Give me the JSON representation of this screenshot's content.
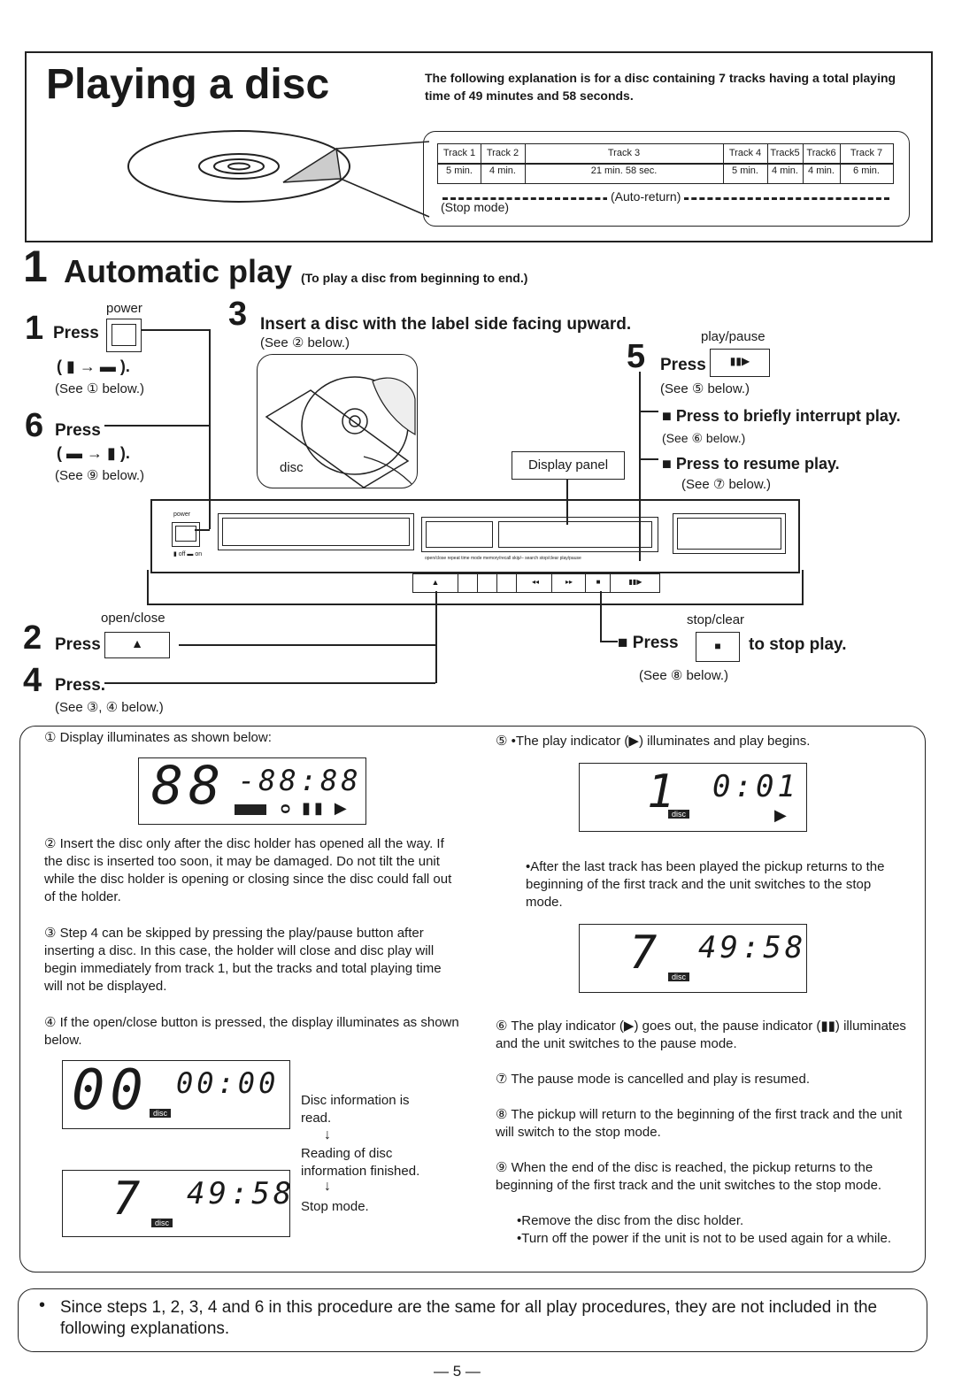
{
  "header": {
    "title": "Playing a disc",
    "intro": "The following explanation is for a disc containing 7 tracks having a total playing time of 49 minutes and 58 seconds."
  },
  "tracks": {
    "names": [
      "Track 1",
      "Track 2",
      "Track 3",
      "Track 4",
      "Track5",
      "Track6",
      "Track 7"
    ],
    "times": [
      "5 min.",
      "4 min.",
      "21 min. 58 sec.",
      "5 min.",
      "4 min.",
      "4 min.",
      "6 min."
    ],
    "auto_return": "(Auto-return)",
    "stop_mode": "(Stop mode)"
  },
  "section": {
    "number": "1",
    "title": "Automatic play",
    "subtitle": "(To play a disc from beginning to end.)"
  },
  "steps": {
    "s1": {
      "num": "1",
      "label": "power",
      "press": "Press",
      "symbol": "( ▮ → ▬ ).",
      "see": "(See ① below.)"
    },
    "s6": {
      "num": "6",
      "press": "Press",
      "symbol": "( ▬ → ▮ ).",
      "see": "(See ⑨ below.)"
    },
    "s3": {
      "num": "3",
      "text": "Insert a disc with the label side facing upward.",
      "see": "(See ② below.)",
      "disc": "disc"
    },
    "s5": {
      "num": "5",
      "label": "play/pause",
      "press": "Press",
      "key": "▮▮▶",
      "see": "(See ⑤ below.)",
      "interrupt": "Press to briefly interrupt play.",
      "interrupt_see": "(See ⑥ below.)",
      "resume": "Press to resume play.",
      "resume_see": "(See ⑦ below.)"
    },
    "display_panel": "Display panel",
    "s2": {
      "num": "2",
      "label": "open/close",
      "press": "Press",
      "key": "▲"
    },
    "s4": {
      "num": "4",
      "press": "Press.",
      "see": "(See ③, ④ below.)"
    },
    "stop": {
      "label": "stop/clear",
      "press": "Press",
      "key": "■",
      "after": "to stop play.",
      "see": "(See ⑧ below.)"
    }
  },
  "device": {
    "power_label": "power",
    "power_sub": "▮ off ▬ on",
    "button_labels": "open/close   repeat  time mode  memory/recall   skip/– search   stop/clear   play/pause"
  },
  "notes": {
    "n1": "① Display illuminates as shown below:",
    "n2": "② Insert the disc only after the disc holder has opened all the way. If the disc is inserted too soon, it may be damaged. Do not tilt the unit while the disc holder is opening or closing since the disc could fall out of the holder.",
    "n3": "③ Step 4 can be skipped by pressing the play/pause button after inserting a disc. In this case, the holder will close and disc play will begin immediately from track 1, but the tracks and total playing time will not be displayed.",
    "n4": "④ If the open/close button is pressed, the display illuminates as shown below.",
    "flow1": "Disc information is read.",
    "flow2": "Reading of disc information finished.",
    "flow3": "Stop mode.",
    "n5": "⑤ •The play indicator (▶) illuminates and play begins.",
    "n5b": "•After the last track has been played the pickup returns to the beginning of the first track and the unit switches to the stop mode.",
    "n6": "⑥ The play indicator (▶) goes out, the pause indicator (▮▮) illuminates and the unit switches to the pause mode.",
    "n7": "⑦ The pause mode is cancelled and play is resumed.",
    "n8": "⑧ The pickup will return to the beginning of the first track and the unit will switch to the stop mode.",
    "n9": "⑨ When the end of the disc is reached, the pickup returns to the beginning of the first track and the unit switches to the stop mode.",
    "n9a": "•Remove the disc from the disc holder.",
    "n9b": "•Turn off the power if the unit is not to be used again for a while."
  },
  "displays": {
    "d1_big": "88",
    "d1_small": "-88:88",
    "d1_icons": "ᴑ ▮▮ ▶",
    "d5_track": "1",
    "d5_time": "0:01",
    "d5b_track": "7",
    "d5b_time": "49:58",
    "d4_big": "00",
    "d4_time": "00:00",
    "d4b_track": "7",
    "d4b_time": "49:58",
    "disc_tag": "disc"
  },
  "footer": {
    "bullet": "Since steps 1, 2, 3, 4 and 6 in this procedure are the same for all play procedures, they are not included in the following explanations.",
    "page": "— 5 —"
  }
}
